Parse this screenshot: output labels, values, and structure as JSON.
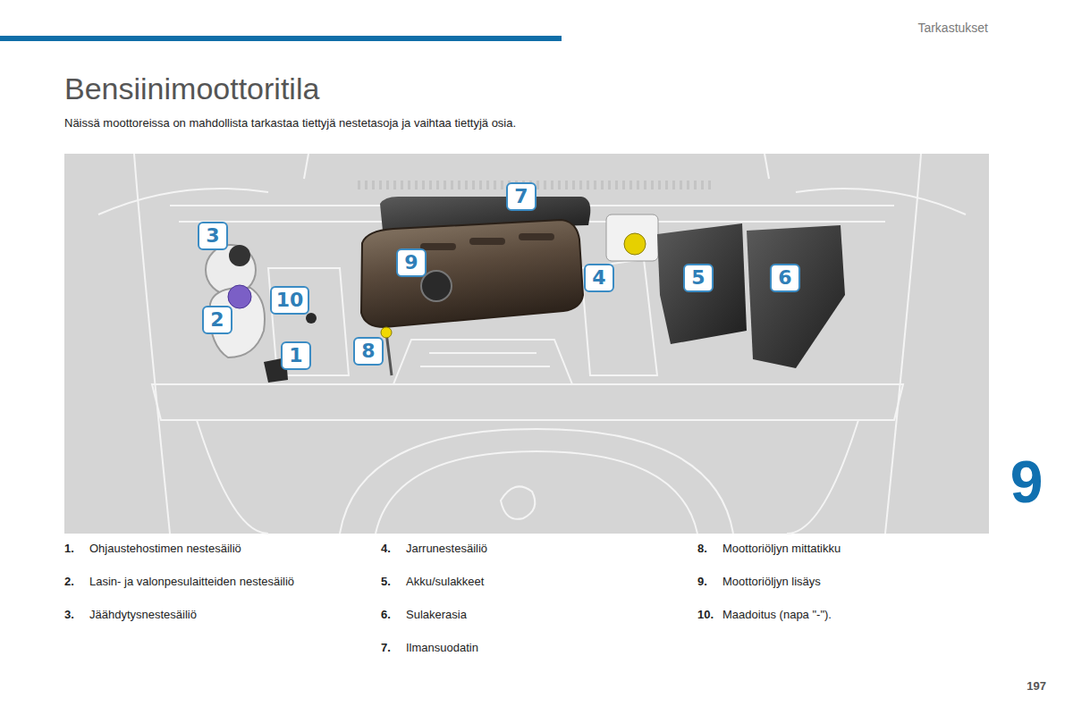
{
  "diagram": {
    "title": "Bensiinimoottoritila",
    "caption": "Näissä moottoreissa on mahdollista tarkastaa tiettyjä nestetasoja ja vaihtaa tiettyjä osia.",
    "labels": [
      "Tarkastukset",
      "7",
      "3",
      "9",
      "4",
      "5",
      "6",
      "10",
      "2",
      "8",
      "1",
      "9",
      "1.",
      "Ohjaustehostimen nestesäiliö",
      "2.",
      "Lasin- ja valonpesulaitteiden nestesäiliö",
      "3.",
      "Jäähdytysnestesäiliö",
      "4.",
      "Jarrunestesäiliö",
      "5.",
      "Akku/sulakkeet",
      "6.",
      "Sulakerasia",
      "7.",
      "Ilmansuodatin",
      "8.",
      "Moottoriöljyn mittatikku",
      "9.",
      "Moottoriöljyn lisäys",
      "10.",
      "Maadoitus (napa \"-\").",
      "197"
    ]
  }
}
